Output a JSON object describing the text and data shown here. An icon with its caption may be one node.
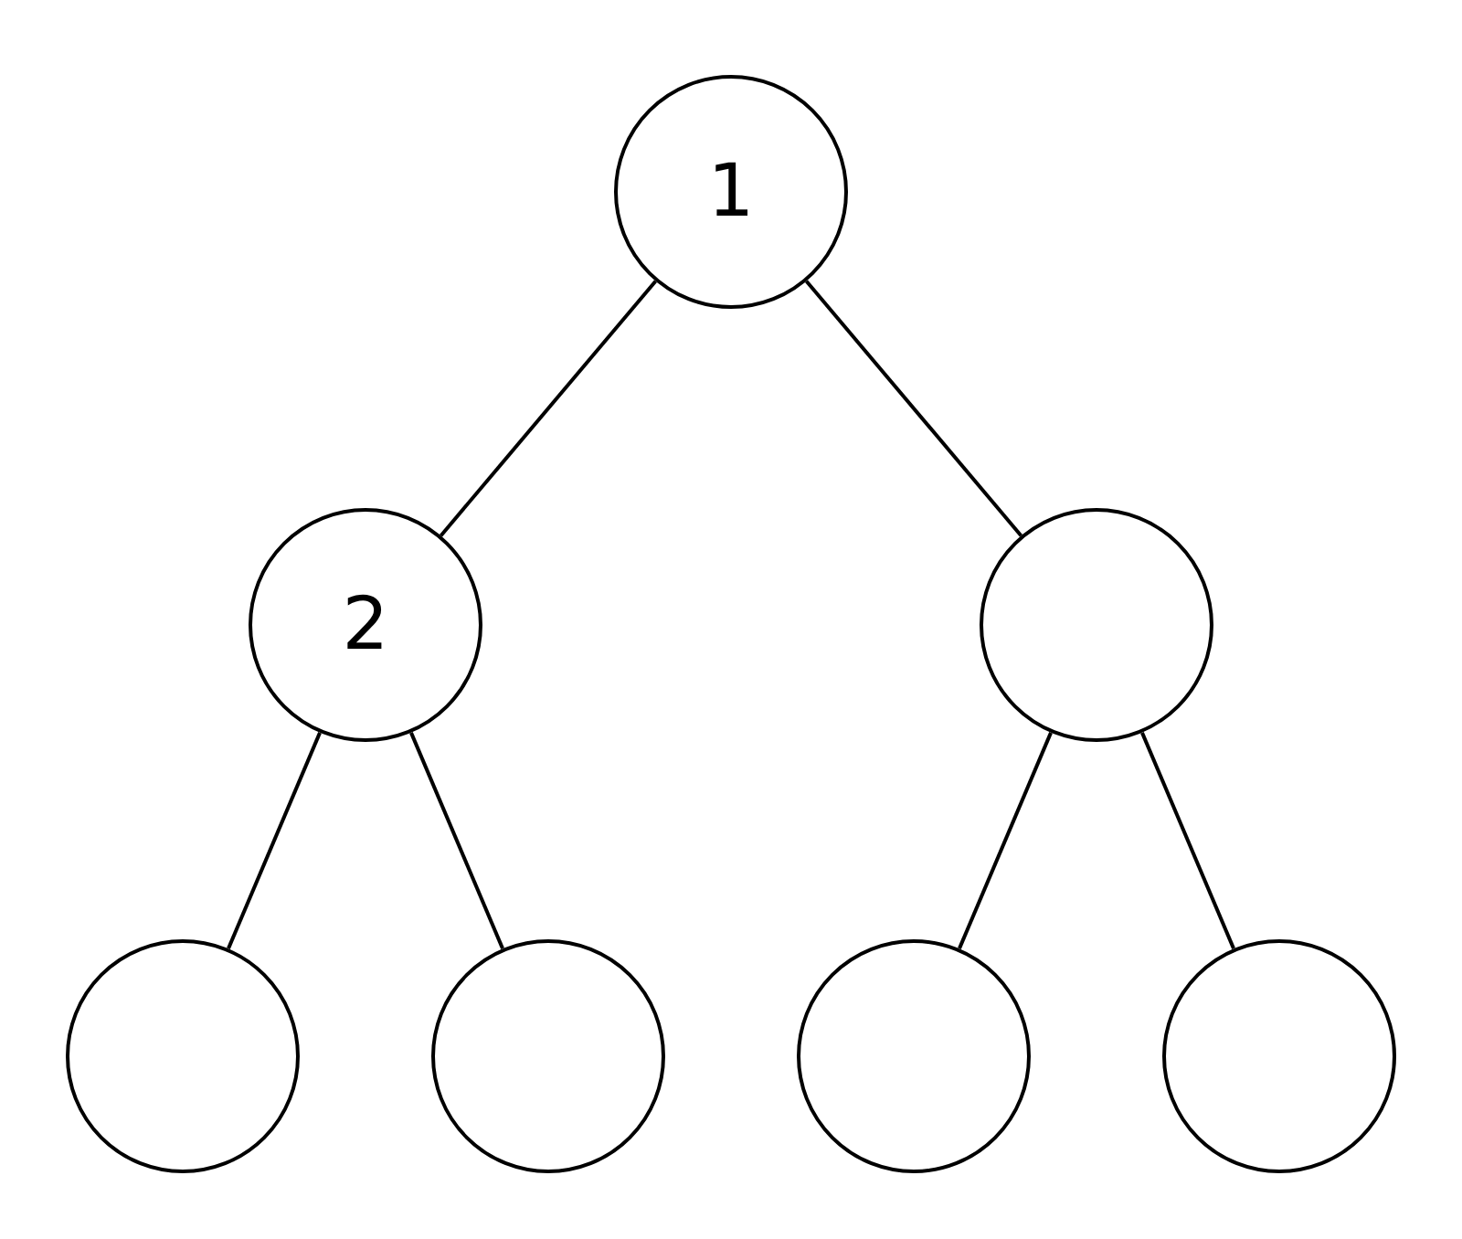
{
  "diagram": {
    "nodes": [
      {
        "text": [
          "1"
        ]
      },
      {
        "text": [
          "2"
        ]
      },
      {
        "text": [],
        "shape": "circle"
      },
      {
        "text": [],
        "shape": "circle"
      },
      {
        "text": [],
        "shape": "circle"
      },
      {
        "text": [],
        "shape": "circle"
      },
      {
        "text": [],
        "shape": "circle"
      }
    ],
    "edges": [
      {
        "from": 0,
        "to": 1,
        "arrow": "none"
      },
      {
        "from": 0,
        "to": 2,
        "arrow": "none"
      },
      {
        "from": 1,
        "to": 3,
        "arrow": "none"
      },
      {
        "from": 1,
        "to": 4,
        "arrow": "none"
      },
      {
        "from": 2,
        "to": 5,
        "arrow": "none"
      },
      {
        "from": 2,
        "to": 6,
        "arrow": "none"
      }
    ]
  }
}
